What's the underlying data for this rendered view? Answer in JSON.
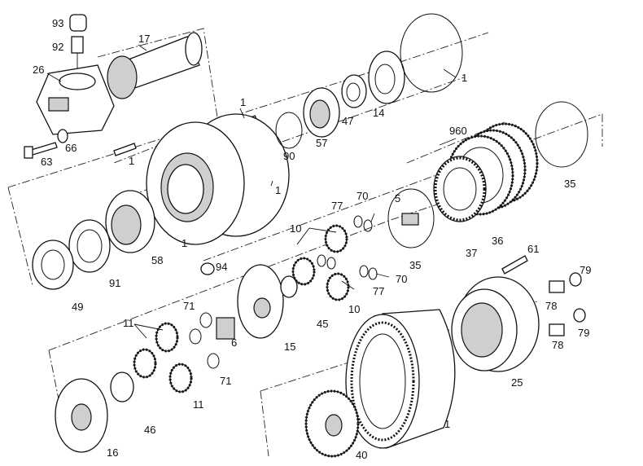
{
  "labels": [
    {
      "id": "l93",
      "text": "93"
    },
    {
      "id": "l92",
      "text": "92"
    },
    {
      "id": "l17",
      "text": "17"
    },
    {
      "id": "l26",
      "text": "26"
    },
    {
      "id": "l63",
      "text": "63"
    },
    {
      "id": "l66",
      "text": "66"
    },
    {
      "id": "l1a",
      "text": "1"
    },
    {
      "id": "l1b",
      "text": "1"
    },
    {
      "id": "l1c",
      "text": "1"
    },
    {
      "id": "l1d",
      "text": "1"
    },
    {
      "id": "l1e",
      "text": "1"
    },
    {
      "id": "l1f",
      "text": "1"
    },
    {
      "id": "l1g",
      "text": "1"
    },
    {
      "id": "l90",
      "text": "90"
    },
    {
      "id": "l57",
      "text": "57"
    },
    {
      "id": "l47",
      "text": "47"
    },
    {
      "id": "l14",
      "text": "14"
    },
    {
      "id": "l960",
      "text": "960"
    },
    {
      "id": "l35a",
      "text": "35"
    },
    {
      "id": "l35b",
      "text": "35"
    },
    {
      "id": "l36",
      "text": "36"
    },
    {
      "id": "l37",
      "text": "37"
    },
    {
      "id": "l5",
      "text": "5"
    },
    {
      "id": "l70a",
      "text": "70"
    },
    {
      "id": "l70b",
      "text": "70"
    },
    {
      "id": "l77a",
      "text": "77"
    },
    {
      "id": "l77b",
      "text": "77"
    },
    {
      "id": "l10a",
      "text": "10"
    },
    {
      "id": "l10b",
      "text": "10"
    },
    {
      "id": "l58",
      "text": "58"
    },
    {
      "id": "l94",
      "text": "94"
    },
    {
      "id": "l91",
      "text": "91"
    },
    {
      "id": "l49",
      "text": "49"
    },
    {
      "id": "l61",
      "text": "61"
    },
    {
      "id": "l79a",
      "text": "79"
    },
    {
      "id": "l79b",
      "text": "79"
    },
    {
      "id": "l78a",
      "text": "78"
    },
    {
      "id": "l78b",
      "text": "78"
    },
    {
      "id": "l45",
      "text": "45"
    },
    {
      "id": "l15",
      "text": "15"
    },
    {
      "id": "l6",
      "text": "6"
    },
    {
      "id": "l71a",
      "text": "71"
    },
    {
      "id": "l71b",
      "text": "71"
    },
    {
      "id": "l11a",
      "text": "11"
    },
    {
      "id": "l11b",
      "text": "11"
    },
    {
      "id": "l25",
      "text": "25"
    },
    {
      "id": "l46",
      "text": "46"
    },
    {
      "id": "l16",
      "text": "16"
    },
    {
      "id": "l40",
      "text": "40"
    }
  ]
}
